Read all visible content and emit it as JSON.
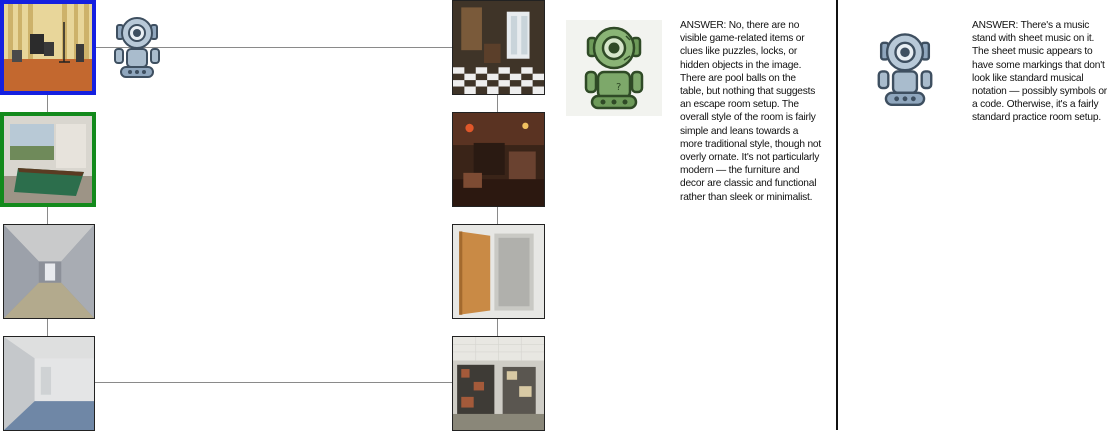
{
  "answers": {
    "left": "ANSWER: No, there are no visible game-related items or clues like puzzles, locks, or hidden objects in the image. There are pool balls on the table, but nothing that suggests an escape room setup. The overall style of the room is fairly simple and leans towards a more traditional style, though not overly ornate. It's not particularly modern — the furniture and decor are classic and functional rather than sleek or minimalist.",
    "right": "ANSWER: There's a music stand with sheet music on it. The sheet music appears to have some markings that don't look like standard musical notation — possibly symbols or a code. Otherwise, it's a fairly standard practice room setup."
  },
  "colors": {
    "selected_primary": "#1520e0",
    "selected_secondary": "#138a1c",
    "robot_blue": "#8fa6bd",
    "robot_green": "#6d9a59",
    "connector": "#8a8a8a"
  },
  "icons": {
    "robot_small": "robot-icon",
    "robot_green": "robot-icon-green",
    "robot_right": "robot-icon"
  },
  "thumbnails": {
    "left_column": [
      "music practice room",
      "pool table room with window",
      "long hallway",
      "empty carpeted basement room"
    ],
    "right_column": [
      "ornate parlor with checkered floor",
      "dark wood-paneled bar room",
      "open wooden door",
      "basement storage shelves"
    ]
  }
}
